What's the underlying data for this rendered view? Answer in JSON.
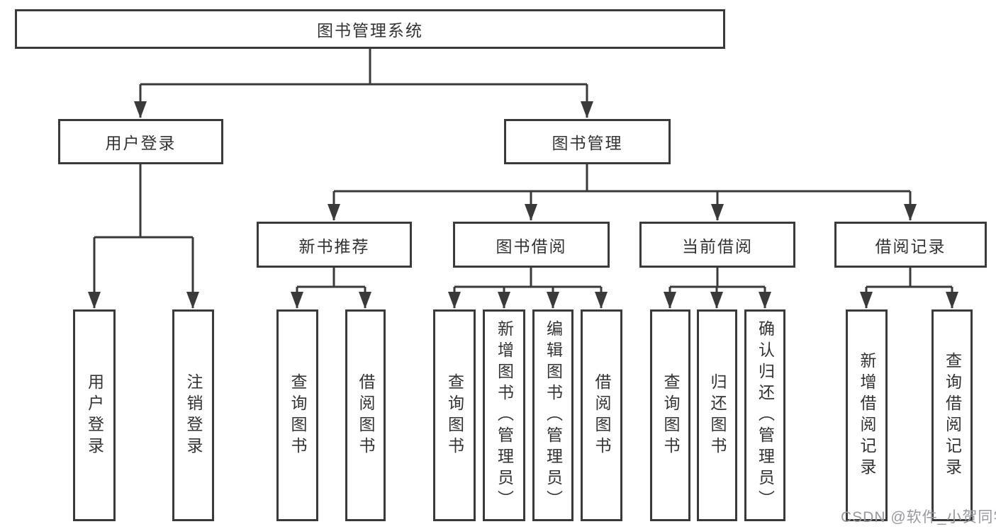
{
  "colors": {
    "line": "#3a3a3a",
    "text": "#333333",
    "box_bg": "#ffffff",
    "background": "#ffffff",
    "watermark": "#96989d"
  },
  "watermark": "CSDN @软件_小贺同学",
  "tree": {
    "label": "图书管理系统",
    "children": [
      {
        "label": "用户登录",
        "children": [
          {
            "label": "用户登录"
          },
          {
            "label": "注销登录"
          }
        ]
      },
      {
        "label": "图书管理",
        "children": [
          {
            "label": "新书推荐",
            "children": [
              {
                "label": "查询图书"
              },
              {
                "label": "借阅图书"
              }
            ]
          },
          {
            "label": "图书借阅",
            "children": [
              {
                "label": "查询图书"
              },
              {
                "label": "新增图书（管理员）"
              },
              {
                "label": "编辑图书（管理员）"
              },
              {
                "label": "借阅图书"
              }
            ]
          },
          {
            "label": "当前借阅",
            "children": [
              {
                "label": "查询图书"
              },
              {
                "label": "归还图书"
              },
              {
                "label": "确认归还（管理员）"
              }
            ]
          },
          {
            "label": "借阅记录",
            "children": [
              {
                "label": "新增借阅记录"
              },
              {
                "label": "查询借阅记录"
              }
            ]
          }
        ]
      }
    ]
  }
}
